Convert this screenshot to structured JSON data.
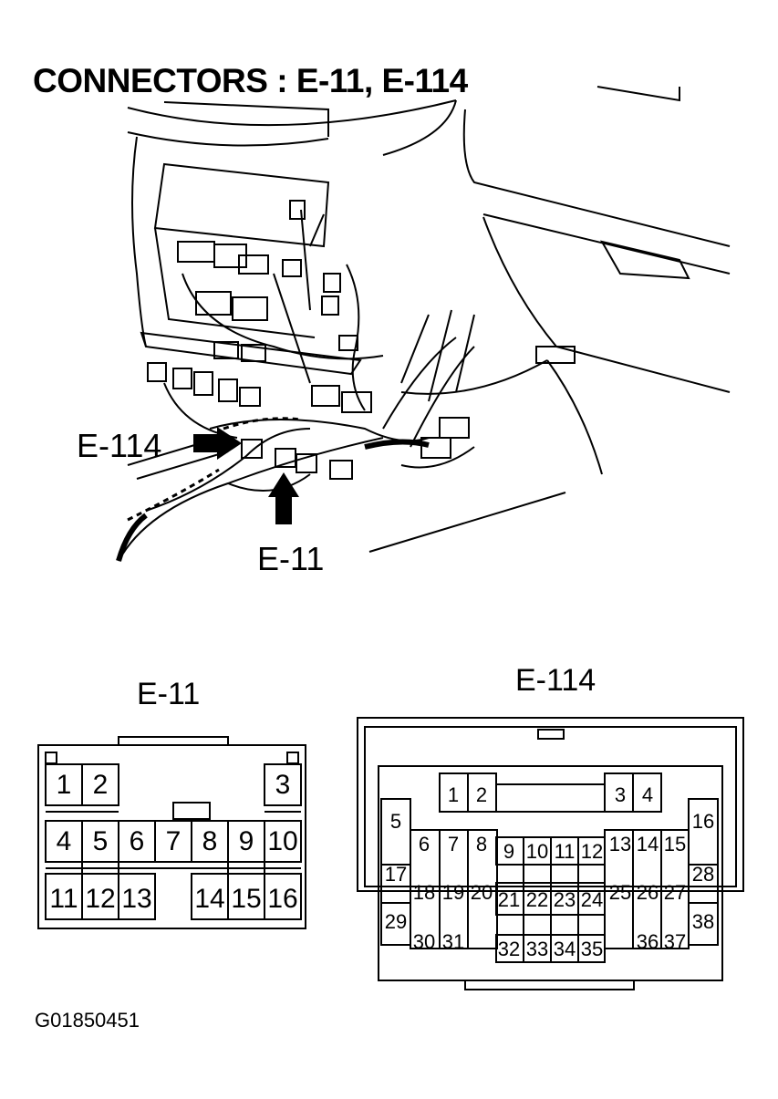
{
  "page": {
    "title": "CONNECTORS : E-11, E-114",
    "figure_code": "G01850451"
  },
  "illustration": {
    "callout_e114": "E-114",
    "callout_e11": "E-11"
  },
  "connectors": {
    "e11": {
      "title": "E-11",
      "pins": [
        "1",
        "2",
        "3",
        "4",
        "5",
        "6",
        "7",
        "8",
        "9",
        "10",
        "11",
        "12",
        "13",
        "14",
        "15",
        "16"
      ]
    },
    "e114": {
      "title": "E-114",
      "pins": [
        "1",
        "2",
        "3",
        "4",
        "5",
        "6",
        "7",
        "8",
        "9",
        "10",
        "11",
        "12",
        "13",
        "14",
        "15",
        "16",
        "17",
        "18",
        "19",
        "20",
        "21",
        "22",
        "23",
        "24",
        "25",
        "26",
        "27",
        "28",
        "29",
        "30",
        "31",
        "32",
        "33",
        "34",
        "35",
        "36",
        "37",
        "38"
      ]
    }
  }
}
